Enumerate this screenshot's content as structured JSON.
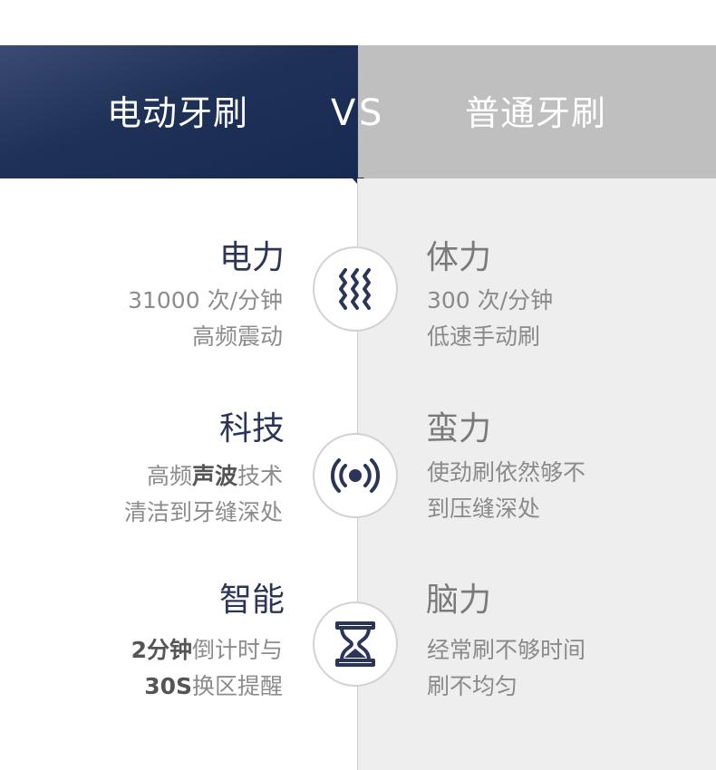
{
  "header": {
    "left_title": "电动牙刷",
    "vs_v": "V",
    "vs_s": "S",
    "right_title": "普通牙刷"
  },
  "rows": [
    {
      "icon": "vibration-icon",
      "left_title": "电力",
      "left_lines": [
        [
          {
            "text": "31000 次/分钟",
            "bold": false
          }
        ],
        [
          {
            "text": "高频震动",
            "bold": false
          }
        ]
      ],
      "right_title": "体力",
      "right_lines": [
        "300 次/分钟",
        "低速手动刷"
      ]
    },
    {
      "icon": "sonic-wave-icon",
      "left_title": "科技",
      "left_lines": [
        [
          {
            "text": "高频",
            "bold": false
          },
          {
            "text": "声波",
            "bold": true
          },
          {
            "text": "技术",
            "bold": false
          }
        ],
        [
          {
            "text": "清洁到牙缝深处",
            "bold": false
          }
        ]
      ],
      "right_title": "蛮力",
      "right_lines": [
        "使劲刷依然够不",
        "到压缝深处"
      ]
    },
    {
      "icon": "hourglass-icon",
      "left_title": "智能",
      "left_lines": [
        [
          {
            "text": "2分钟",
            "bold": true
          },
          {
            "text": "倒计时与",
            "bold": false
          }
        ],
        [
          {
            "text": "30S",
            "bold": true
          },
          {
            "text": "换区提醒",
            "bold": false
          }
        ]
      ],
      "right_title": "脑力",
      "right_lines": [
        "经常刷不够时间",
        "刷不均匀"
      ]
    }
  ],
  "colors": {
    "navy": "#1f3157",
    "gray_header": "#bfbfbf",
    "panel_gray": "#eeeeee",
    "icon_navy": "#2a3558"
  }
}
